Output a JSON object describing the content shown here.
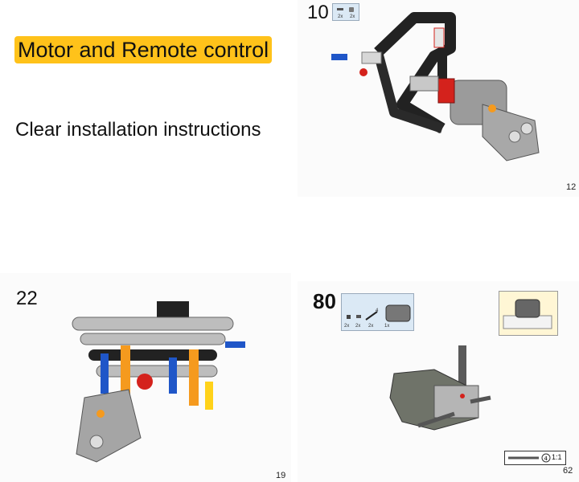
{
  "headline": "Motor and Remote control",
  "subtitle": "Clear installation instructions",
  "panels": {
    "top_right": {
      "step": "10",
      "page": "12",
      "parts": [
        "2x",
        "2x"
      ]
    },
    "bottom_left": {
      "step": "22",
      "page": "19"
    },
    "bottom_right": {
      "step": "80",
      "page": "62",
      "parts": [
        "2x",
        "2x",
        "2x",
        "1x"
      ],
      "part_length": "4",
      "scale": "1:1",
      "scale_number": "4"
    }
  },
  "colors": {
    "highlight": "#ffc21a",
    "part_box": "#dbe9f5",
    "preview_box": "#fff6d5",
    "motor_grey": "#9b9b9b",
    "beam_black": "#222222",
    "accent_red": "#d4221c",
    "accent_blue": "#1f56c8",
    "accent_orange": "#f59a1e"
  }
}
